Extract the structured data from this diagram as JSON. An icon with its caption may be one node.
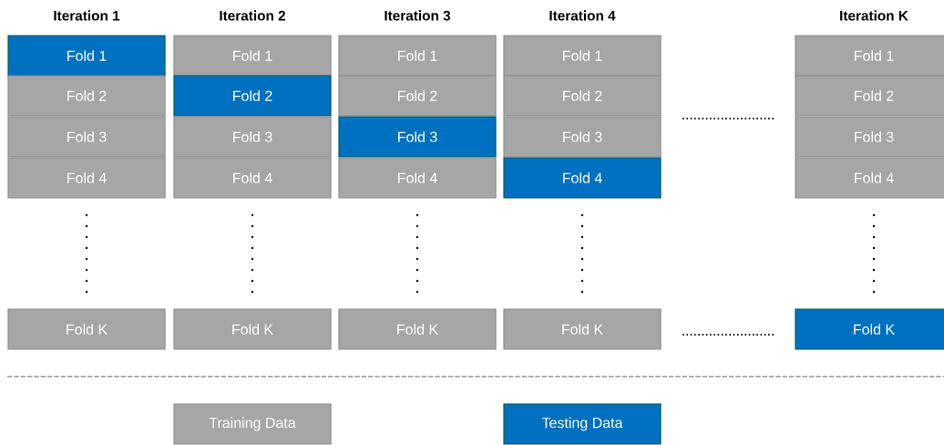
{
  "diagram": {
    "nodes": [
      {
        "text": [
          "Fold 1"
        ]
      },
      {
        "text": [
          "Fold 2"
        ]
      },
      {
        "text": [
          "Fold 3"
        ]
      },
      {
        "text": [
          "Fold 4"
        ]
      },
      {
        "text": [
          "Fold K"
        ]
      },
      {
        "text": [
          "Fold 1"
        ]
      },
      {
        "text": [
          "Fold 2"
        ]
      },
      {
        "text": [
          "Fold 3"
        ]
      },
      {
        "text": [
          "Fold 4"
        ]
      },
      {
        "text": [
          "Fold K"
        ]
      },
      {
        "text": [
          "Fold 1"
        ]
      },
      {
        "text": [
          "Fold 2"
        ]
      },
      {
        "text": [
          "Fold 3"
        ]
      },
      {
        "text": [
          "Fold 4"
        ]
      },
      {
        "text": [
          "Fold K"
        ]
      },
      {
        "text": [
          "Fold 1"
        ]
      },
      {
        "text": [
          "Fold 2"
        ]
      },
      {
        "text": [
          "Fold 3"
        ]
      },
      {
        "text": [
          "Fold 4"
        ]
      },
      {
        "text": [
          "Fold K"
        ]
      },
      {
        "text": [
          "Fold 1"
        ]
      },
      {
        "text": [
          "Fold 2"
        ]
      },
      {
        "text": [
          "Fold 3"
        ]
      },
      {
        "text": [
          "Fold 4"
        ]
      },
      {
        "text": [
          "Fold K"
        ]
      }
    ],
    "labels": [
      "Iteration 1",
      "Iteration 2",
      "Iteration 3",
      "Iteration 4",
      "Iteration K"
    ],
    "legend": [
      {
        "text": "Training Data",
        "color": "#a6a6a6"
      },
      {
        "text": "Testing Data",
        "color": "#0070c0"
      }
    ]
  }
}
